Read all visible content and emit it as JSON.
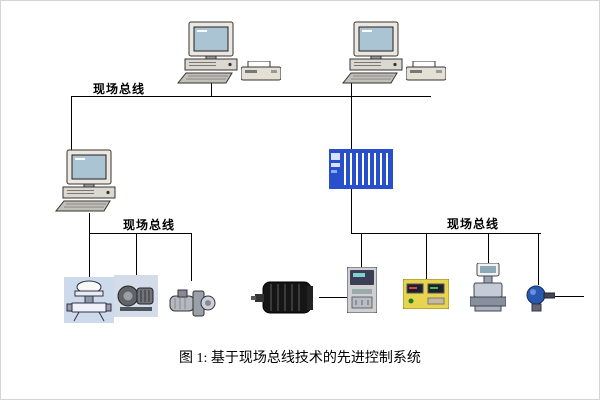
{
  "diagram": {
    "bus_labels": {
      "top": "现场总线",
      "left": "现场总线",
      "right": "现场总线"
    },
    "caption": "图 1: 基于现场总线技术的先进控制系统",
    "icons": [
      "workstation-icon",
      "printer-icon",
      "plc-rack-icon",
      "control-valve-icon",
      "pump-icon",
      "valve-actuator-icon",
      "servo-motor-icon",
      "vfd-drive-icon",
      "instrument-panel-icon",
      "flow-transmitter-icon",
      "sensor-icon"
    ],
    "colors": {
      "line": "#000000",
      "plc_blue": "#2950cc",
      "panel_yellow": "#e8d44e",
      "device_bg_blue": "#ccdaec"
    }
  }
}
